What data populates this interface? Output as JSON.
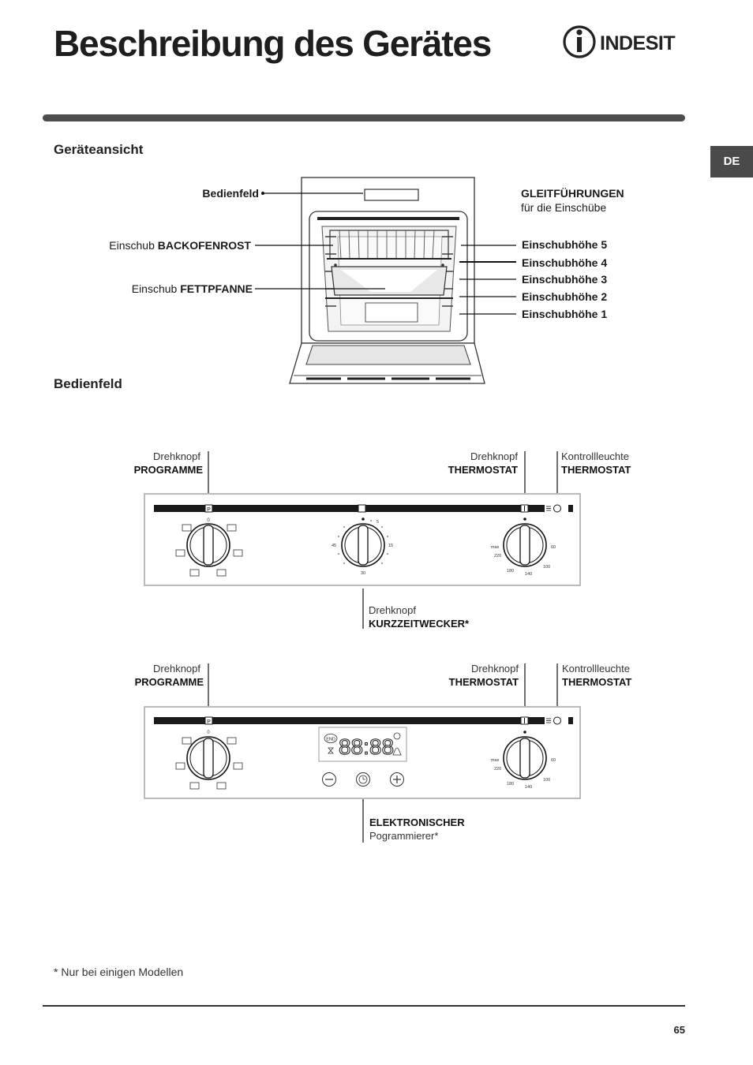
{
  "page": {
    "title": "Beschreibung des Gerätes",
    "brand": "INDESIT",
    "lang_tab": "DE",
    "page_number": "65",
    "footnote": "* Nur bei einigen Modellen"
  },
  "section1": {
    "heading": "Geräteansicht",
    "labels": {
      "bedienfeld": "Bedienfeld",
      "backofenrost_prefix": "Einschub",
      "backofenrost": "BACKOFENROST",
      "fettpfanne_prefix": "Einschub",
      "fettpfanne": "FETTPFANNE",
      "gleit_title": "GLEITFÜHRUNGEN",
      "gleit_sub": "für die Einschübe",
      "levels": [
        "Einschubhöhe 5",
        "Einschubhöhe 4",
        "Einschubhöhe 3",
        "Einschubhöhe 2",
        "Einschubhöhe 1"
      ]
    }
  },
  "section2": {
    "heading": "Bedienfeld",
    "panel1": {
      "programme_line1": "Drehknopf",
      "programme_line2": "PROGRAMME",
      "thermostat_line1": "Drehknopf",
      "thermostat_line2": "THERMOSTAT",
      "lamp_line1": "Kontrollleuchte",
      "lamp_line2": "THERMOSTAT",
      "timer_line1": "Drehknopf",
      "timer_line2": "KURZZEITWECKER*",
      "timer_scale": [
        "5",
        "15",
        "30",
        "45"
      ],
      "thermo_scale": [
        "max",
        "220",
        "180",
        "140",
        "100",
        "60"
      ]
    },
    "panel2": {
      "programme_line1": "Drehknopf",
      "programme_line2": "PROGRAMME",
      "thermostat_line1": "Drehknopf",
      "thermostat_line2": "THERMOSTAT",
      "lamp_line1": "Kontrollleuchte",
      "lamp_line2": "THERMOSTAT",
      "prog_line1": "ELEKTRONISCHER",
      "prog_line2": "Pogrammierer*",
      "display_digits": "88:88",
      "display_end": "END",
      "thermo_scale": [
        "max",
        "220",
        "180",
        "140",
        "100",
        "60"
      ]
    },
    "knob_marks": {
      "p": "P",
      "zero": "0"
    }
  }
}
